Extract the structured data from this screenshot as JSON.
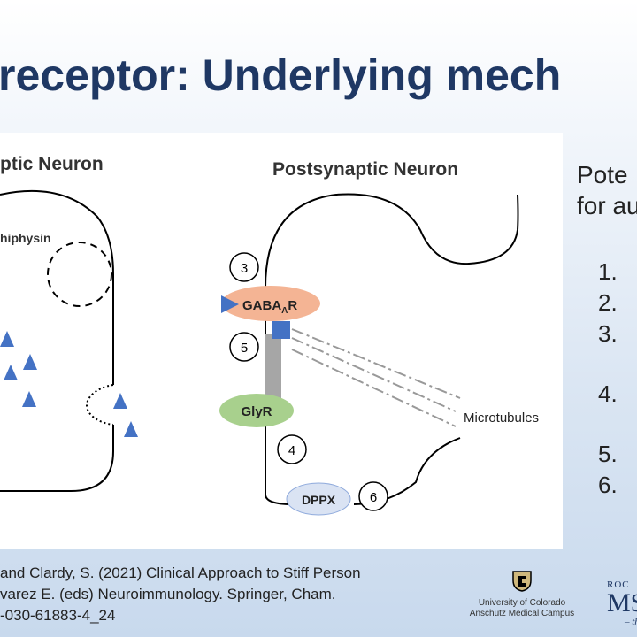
{
  "title": "receptor: Underlying mech",
  "figure": {
    "left_heading": "ptic Neuron",
    "right_heading": "Postsynaptic Neuron",
    "amphiphysin_label": "hiphysin",
    "gaba_receptor_label": {
      "main": "GABA",
      "subscript": "A",
      "suffix": "R"
    },
    "glyr_label": "GlyR",
    "dppx_label": "DPPX",
    "microtubules_label": "Microtubules",
    "markers": [
      "3",
      "5",
      "4",
      "6"
    ]
  },
  "side_panel": {
    "lines": [
      "Pote",
      "for au"
    ],
    "list_numbers": [
      "1.",
      "2.",
      "3.",
      "4.",
      "5.",
      "6."
    ]
  },
  "citation": {
    "lines": [
      "and Clardy, S. (2021) Clinical Approach to Stiff Person",
      "varez E. (eds) Neuroimmunology. Springer, Cham.",
      "-030-61883-4_24"
    ]
  },
  "logos": {
    "cu_line1": "University of Colorado",
    "cu_line2": "Anschutz Medical Campus",
    "msu_top": "ROC",
    "msu_big": "MS",
    "msu_tag": "– the"
  },
  "colors": {
    "title": "#1f3864",
    "gaba_receptor": "#f4b494",
    "glyr": "#a8d08d",
    "dppx": "#dae3f3",
    "marker_blue": "#4472c4",
    "linker": "#a6a6a6"
  }
}
